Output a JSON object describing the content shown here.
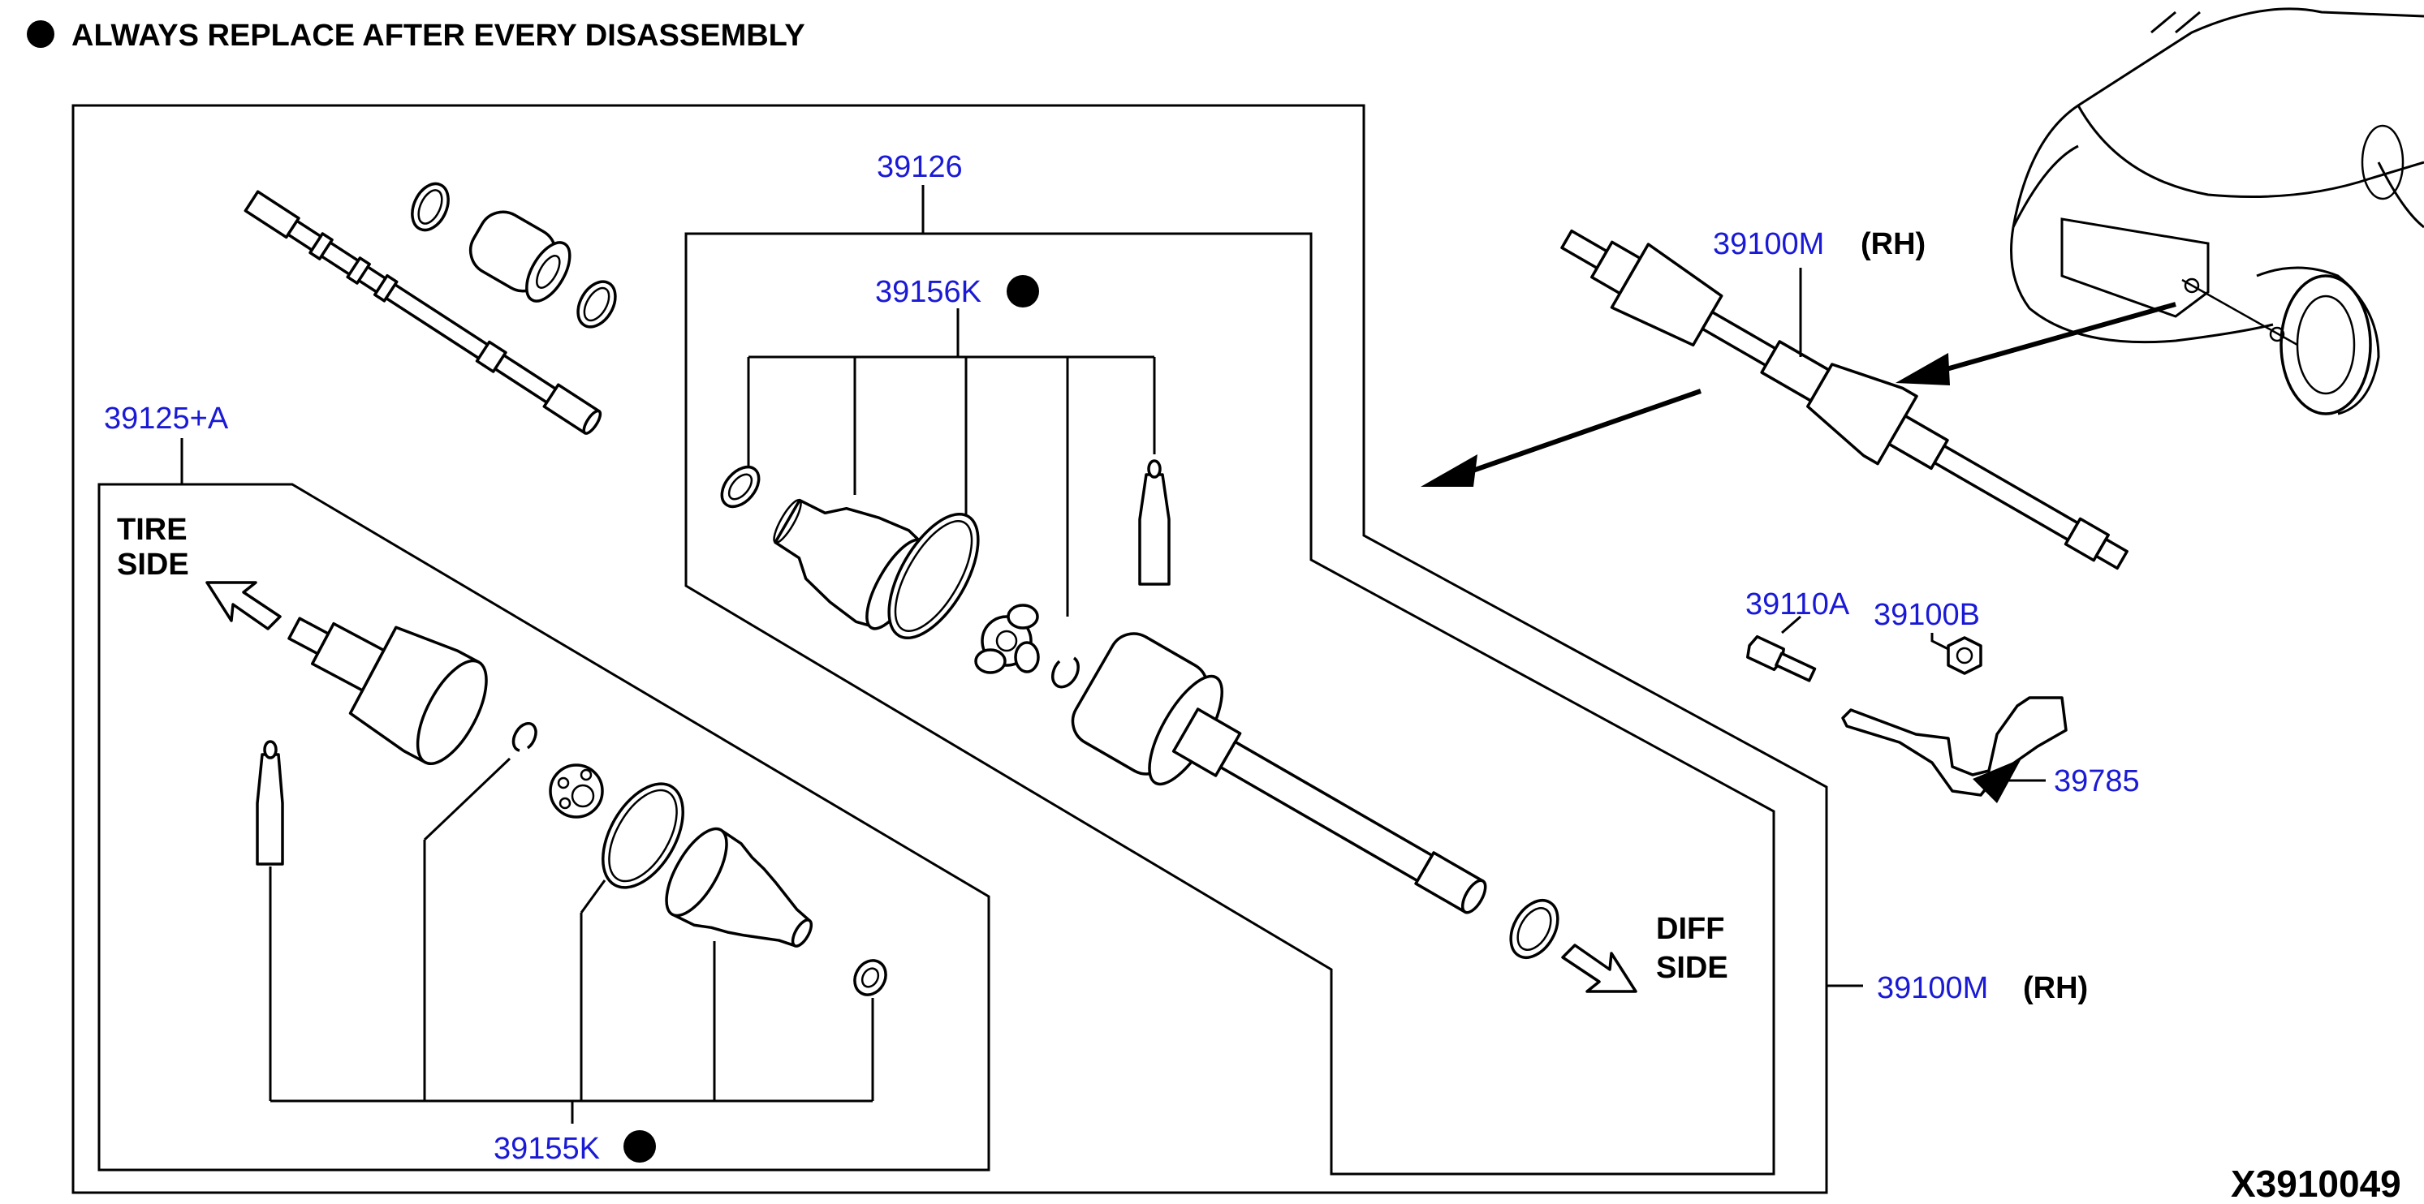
{
  "note": {
    "marker": "●",
    "text": "ALWAYS REPLACE AFTER EVERY DISASSEMBLY"
  },
  "parts": {
    "p39126": "39126",
    "p39156k": "39156K",
    "p39125a": "39125+A",
    "p39155k": "39155K",
    "p39100m_top": "39100M",
    "p39100m_top_side": "(RH)",
    "p39100m_bottom": "39100M",
    "p39100m_bottom_side": "(RH)",
    "p39110a": "39110A",
    "p39100b": "39100B",
    "p39785": "39785"
  },
  "labels": {
    "tire_side_1": "TIRE",
    "tire_side_2": "SIDE",
    "diff_side_1": "DIFF",
    "diff_side_2": "SIDE"
  },
  "reference_code": "X3910049"
}
